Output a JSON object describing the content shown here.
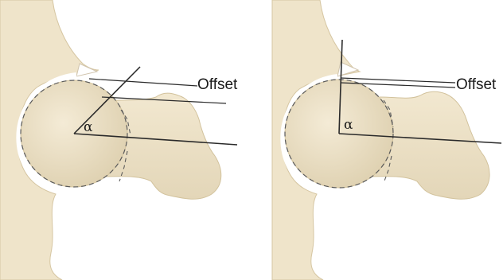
{
  "panels": [
    {
      "id": "left",
      "offset_label": "Offset",
      "angle_label": "α"
    },
    {
      "id": "right",
      "offset_label": "Offset",
      "angle_label": "α"
    }
  ],
  "colors": {
    "bone": "#efe4ca",
    "bone_shadow": "#dccdaa",
    "bone_outline": "#d2c29c",
    "cartilage": "#ffffff",
    "line": "#2a2a2a",
    "dashed": "#5a5a5a"
  }
}
